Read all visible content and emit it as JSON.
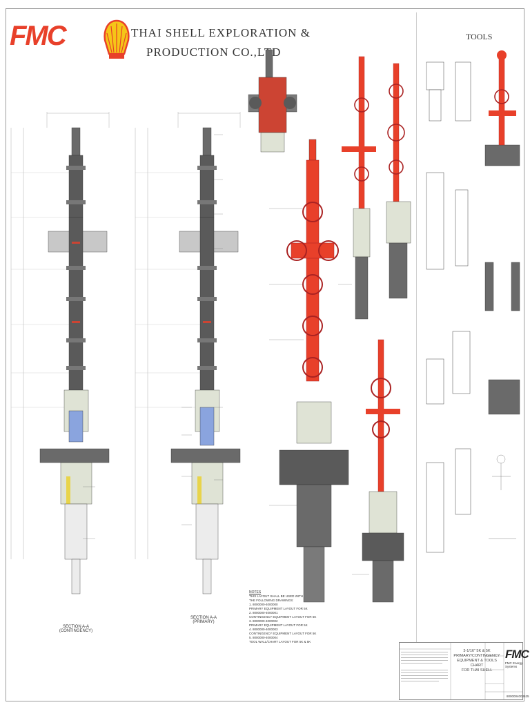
{
  "header": {
    "fmc_logo": "FMC",
    "company_line1": "THAI SHELL  EXPLORATION  &",
    "company_line2": "PRODUCTION  CO.,LTD"
  },
  "tools": {
    "title": "TOOLS"
  },
  "sections": {
    "contingency_label": "SECTION A-A",
    "contingency_sub": "(CONTINGENCY)",
    "primary_label": "SECTION A-A",
    "primary_sub": "(PRIMARY)"
  },
  "notes": {
    "title": "NOTES",
    "lines": [
      "THIS LAYOUT SHALL BE USED WITH",
      "THE FOLLOWING DRAWINGS:",
      "1. 8000000-4000000",
      "   PRIMARY EQUIPMENT LAYOUT FOR 5K",
      "2. 8000000-4000001",
      "   CONTINGENCY EQUIPMENT LAYOUT FOR 5K",
      "3. 8000000-4000002",
      "   PRIMARY EQUIPMENT LAYOUT FOR 5K",
      "4. 8000000-4000003",
      "   CONTINGENCY EQUIPMENT LAYOUT FOR 5K",
      "5. 8000000-4000004",
      "   TOOL WALL/CHART LAYOUT FOR 5K & 5K"
    ]
  },
  "title_block": {
    "main_lines": [
      "3-1/16\" 5K & 5K",
      "PRIMARY/CONTINGENCY",
      "EQUIPMENT & TOOLS CHART",
      "FOR THAI SHELL"
    ],
    "fmc": "FMC",
    "fmc_sub": "FMC Energy Systems",
    "drawing_number": "8000004003625"
  },
  "colors": {
    "red": "#e8402a",
    "gray_dark": "#5a5a5a",
    "gray_light": "#dfe3d5",
    "blue": "#8aa4de",
    "yellow": "#e8d44a"
  }
}
